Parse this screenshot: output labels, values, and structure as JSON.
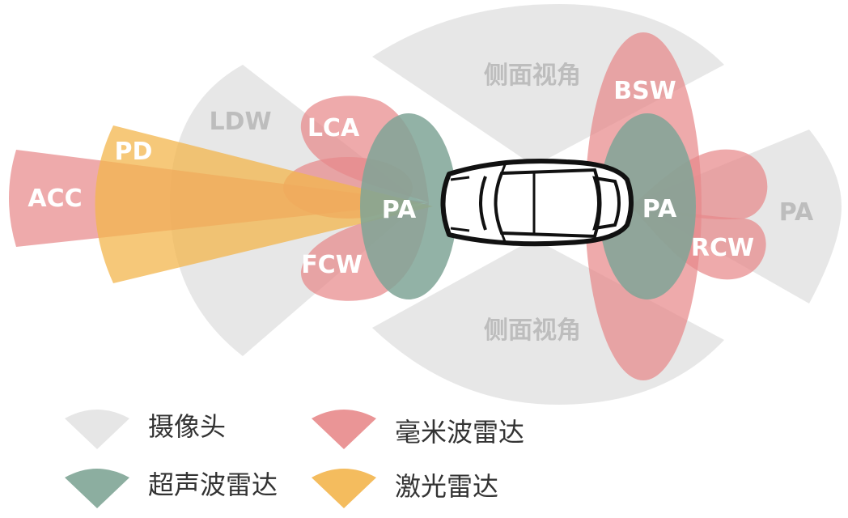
{
  "colors": {
    "camera": "#e3e3e3",
    "mmwave": "#e8898b",
    "ultrasonic": "#7fa596",
    "laser": "#f3b54c",
    "label_light": "#bdbdbd",
    "label_white": "#ffffff"
  },
  "zones": {
    "side_view_top": "侧面视角",
    "side_view_bottom": "侧面视角",
    "ldw": "LDW",
    "lca": "LCA",
    "fcw": "FCW",
    "pd": "PD",
    "acc": "ACC",
    "pa_front": "PA",
    "pa_rear": "PA",
    "pa_rear_camera": "PA",
    "bsw": "BSW",
    "rcw": "RCW"
  },
  "legend": {
    "camera": "摄像头",
    "mmwave": "毫米波雷达",
    "ultrasonic": "超声波雷达",
    "laser": "激光雷达"
  },
  "icons": {
    "car": "car-top-view-icon",
    "camera_swatch": "fan-sector-icon",
    "mmwave_swatch": "fan-sector-icon",
    "ultrasonic_swatch": "fan-sector-icon",
    "laser_swatch": "fan-sector-icon"
  }
}
